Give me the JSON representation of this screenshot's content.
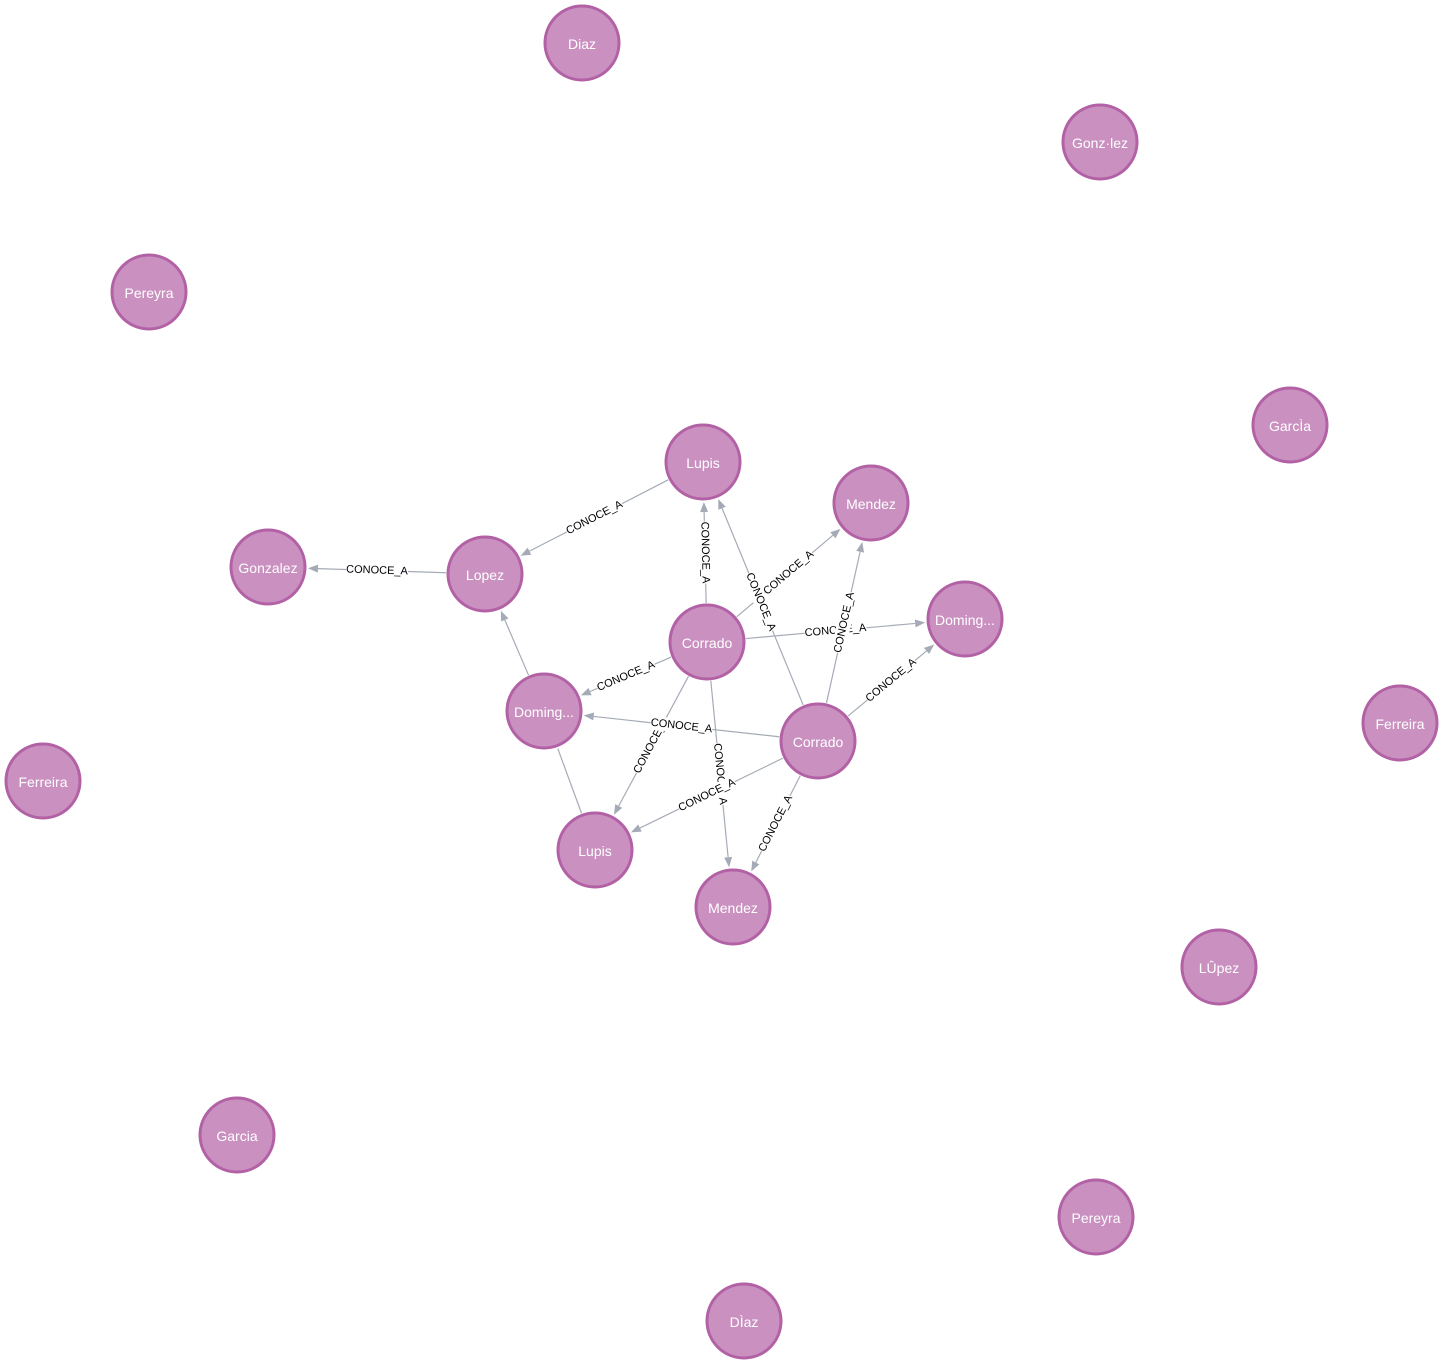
{
  "graph": {
    "node_style": {
      "fill": "#c990c0",
      "stroke": "#b261a5",
      "text": "#ffffff"
    },
    "edge_style": {
      "line": "#a5abb6",
      "text": "#000000"
    },
    "nodes": [
      {
        "id": "n_diaz",
        "label": "Diaz"
      },
      {
        "id": "n_gonzlez_b",
        "label": "Gonz·lez"
      },
      {
        "id": "n_pereyra_a",
        "label": "Pereyra"
      },
      {
        "id": "n_garcia_b",
        "label": "GarcÌa"
      },
      {
        "id": "n_lupis_a",
        "label": "Lupis"
      },
      {
        "id": "n_mendez_a",
        "label": "Mendez"
      },
      {
        "id": "n_gonzalez",
        "label": "Gonzalez"
      },
      {
        "id": "n_lopez",
        "label": "Lopez"
      },
      {
        "id": "n_doming_a",
        "label": "Doming..."
      },
      {
        "id": "n_corrado_a",
        "label": "Corrado"
      },
      {
        "id": "n_ferreira_b",
        "label": "Ferreira"
      },
      {
        "id": "n_doming_b",
        "label": "Doming..."
      },
      {
        "id": "n_corrado_b",
        "label": "Corrado"
      },
      {
        "id": "n_ferreira_a",
        "label": "Ferreira"
      },
      {
        "id": "n_lupis_b",
        "label": "Lupis"
      },
      {
        "id": "n_mendez_b",
        "label": "Mendez"
      },
      {
        "id": "n_lopez_b",
        "label": "LÛpez"
      },
      {
        "id": "n_garcia",
        "label": "Garcia"
      },
      {
        "id": "n_pereyra_b",
        "label": "Pereyra"
      },
      {
        "id": "n_diaz_b",
        "label": "DÌaz"
      }
    ],
    "edges": [
      {
        "source": "n_lupis_a",
        "target": "n_lopez",
        "label": "CONOCE_A"
      },
      {
        "source": "n_lopez",
        "target": "n_gonzalez",
        "label": "CONOCE_A"
      },
      {
        "source": "n_corrado_a",
        "target": "n_lupis_a",
        "label": "CONOCE_A"
      },
      {
        "source": "n_corrado_a",
        "target": "n_mendez_a",
        "label": "CONOCE_A"
      },
      {
        "source": "n_corrado_a",
        "target": "n_doming_a",
        "label": "CONOCE_A"
      },
      {
        "source": "n_corrado_a",
        "target": "n_doming_b",
        "label": "CONOCE_A"
      },
      {
        "source": "n_corrado_a",
        "target": "n_lupis_b",
        "label": "CONOCE_A"
      },
      {
        "source": "n_corrado_a",
        "target": "n_mendez_b",
        "label": "CONOCE_A"
      },
      {
        "source": "n_corrado_b",
        "target": "n_lupis_a",
        "label": "CONOCE_A"
      },
      {
        "source": "n_corrado_b",
        "target": "n_mendez_a",
        "label": "CONOCE_A"
      },
      {
        "source": "n_corrado_b",
        "target": "n_doming_b",
        "label": "CONOCE_A"
      },
      {
        "source": "n_corrado_b",
        "target": "n_doming_a",
        "label": "CONOCE_A"
      },
      {
        "source": "n_corrado_b",
        "target": "n_lupis_b",
        "label": "CONOCE_A"
      },
      {
        "source": "n_corrado_b",
        "target": "n_mendez_b",
        "label": "CONOCE_A"
      },
      {
        "source": "n_doming_a",
        "target": "n_lopez",
        "label": ""
      },
      {
        "source": "n_lupis_b",
        "target": "n_doming_a",
        "label": "",
        "arrow": false
      }
    ]
  }
}
